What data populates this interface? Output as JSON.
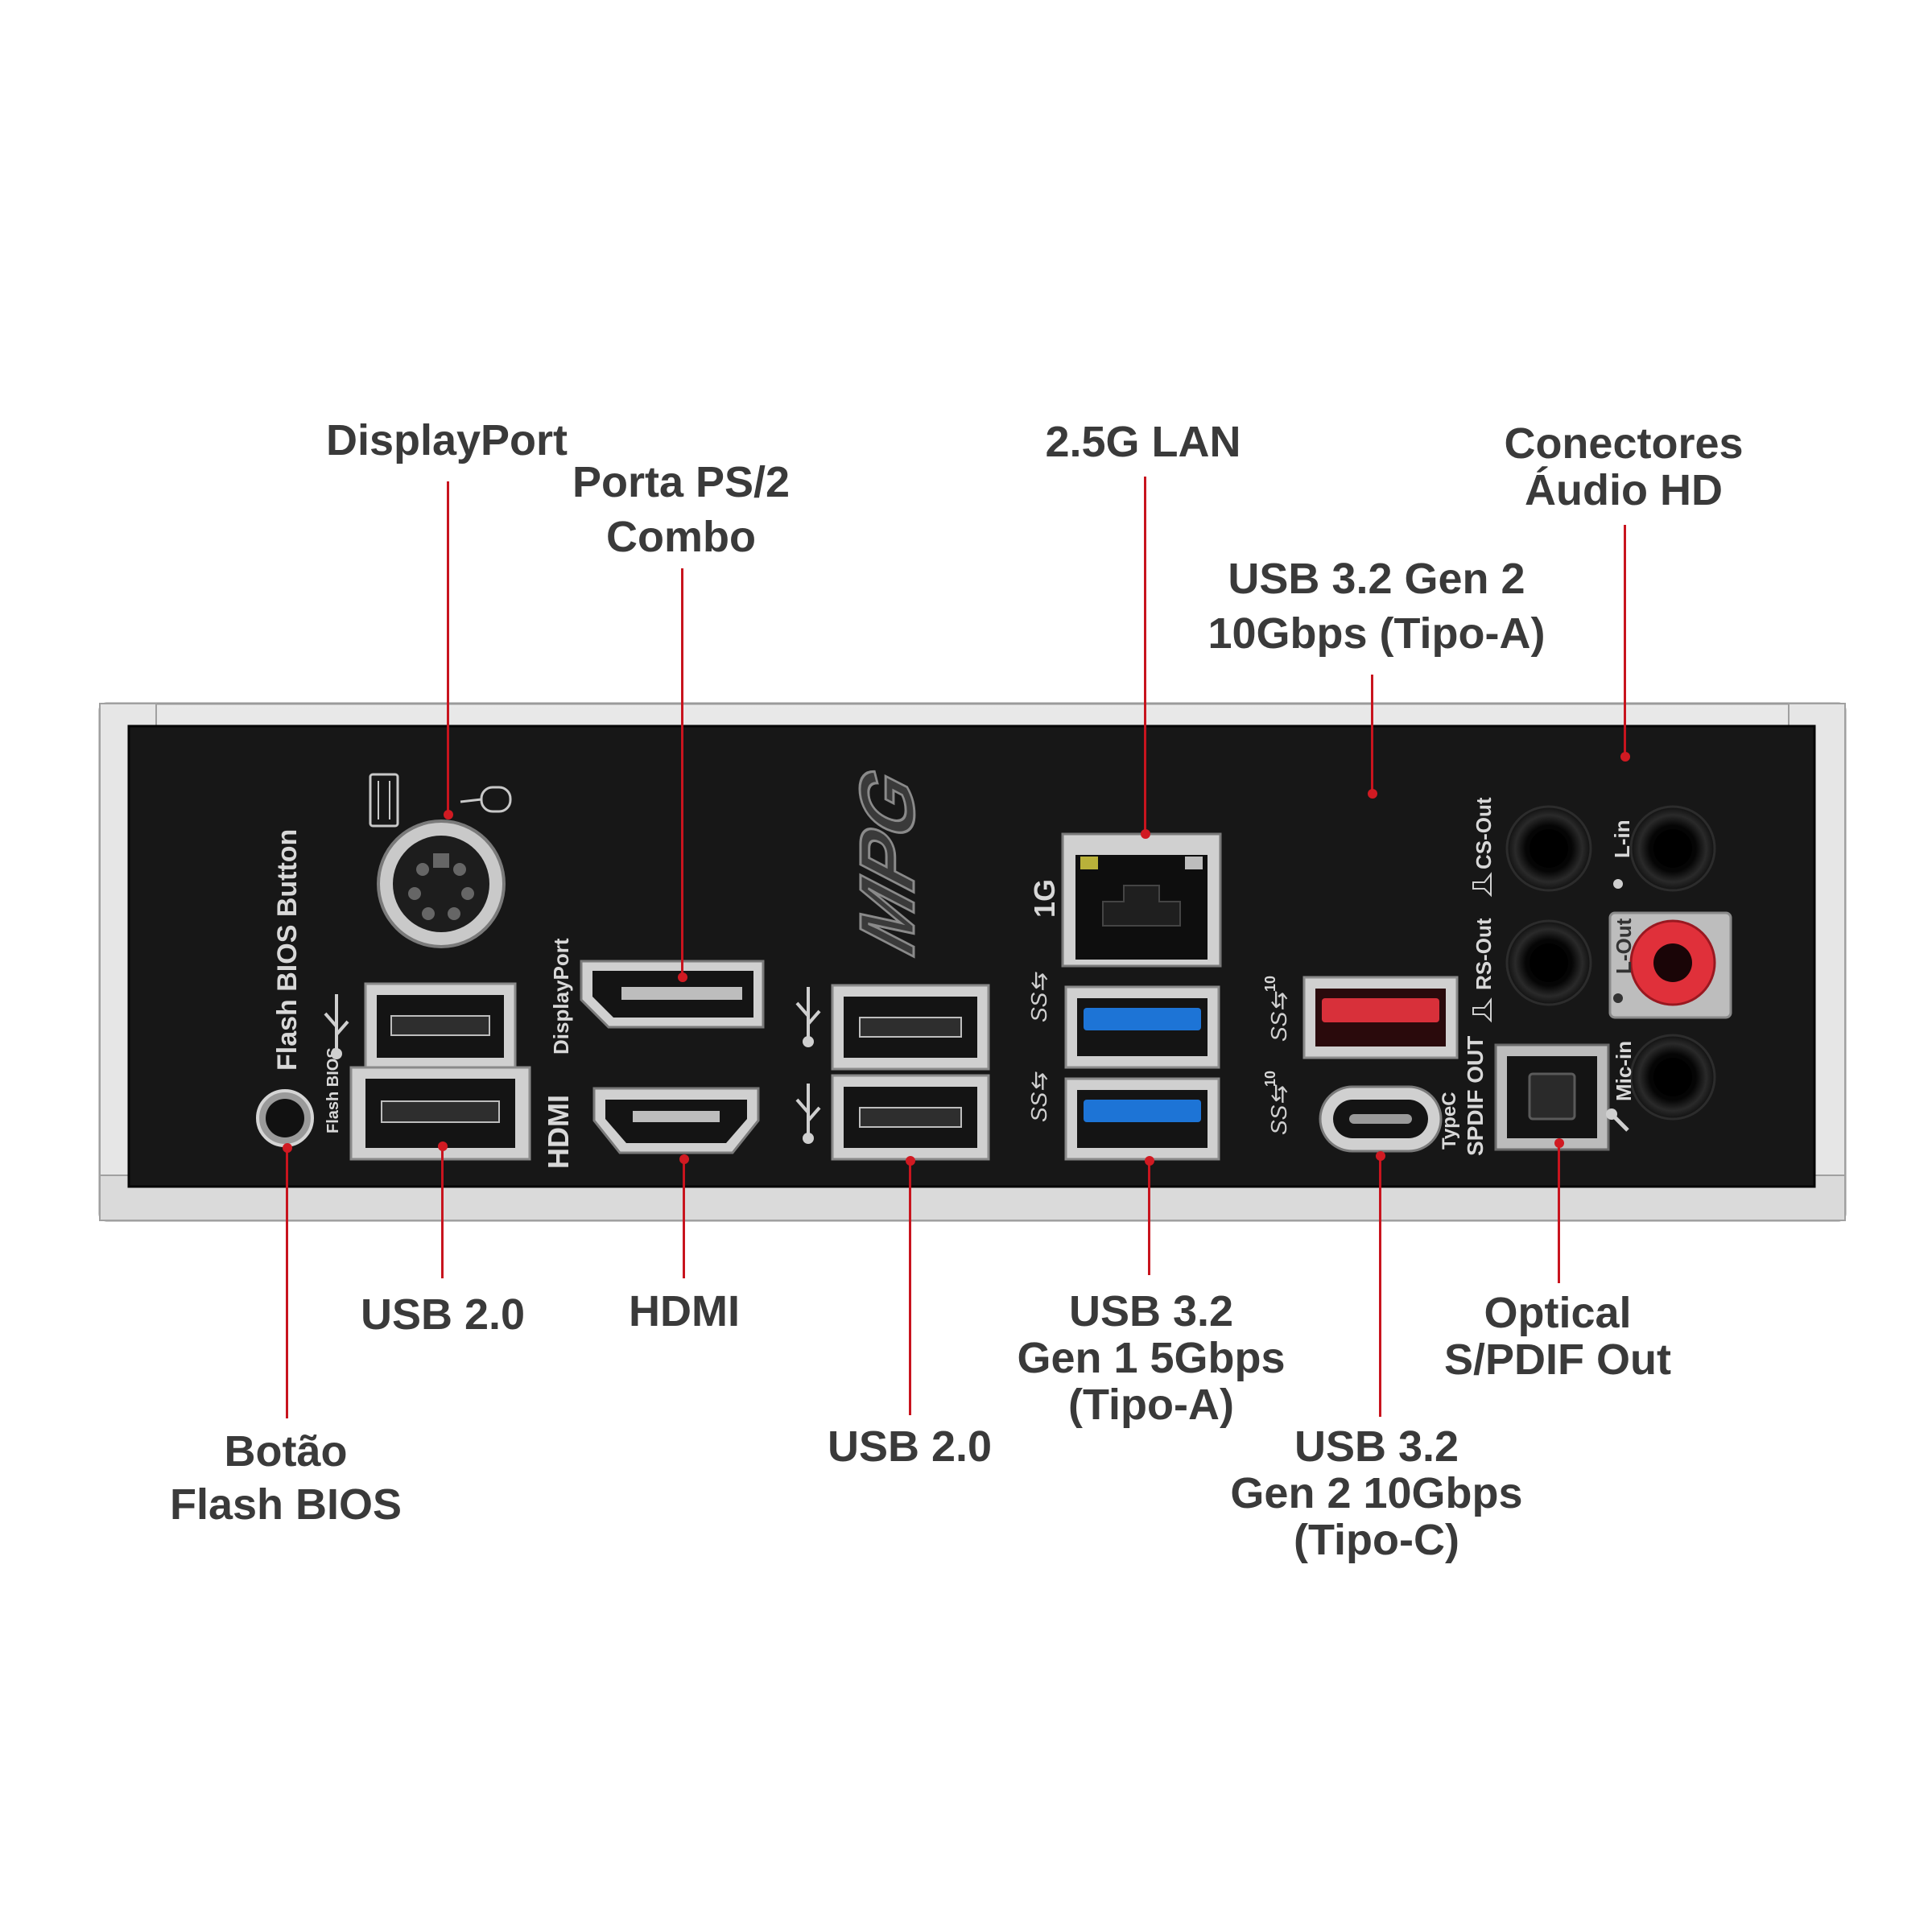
{
  "callouts": {
    "displayport": {
      "lines": [
        "DisplayPort"
      ]
    },
    "ps2": {
      "lines": [
        "Porta PS/2",
        "Combo"
      ]
    },
    "lan": {
      "lines": [
        "2.5G LAN"
      ]
    },
    "audio": {
      "lines": [
        "Conectores",
        "Áudio HD"
      ]
    },
    "usb32gen2a": {
      "lines": [
        "USB 3.2 Gen 2",
        "10Gbps (Tipo-A)"
      ]
    },
    "flashbios": {
      "lines": [
        "Botão",
        "Flash BIOS"
      ]
    },
    "usb20_left": {
      "lines": [
        "USB 2.0"
      ]
    },
    "hdmi": {
      "lines": [
        "HDMI"
      ]
    },
    "usb20_mid": {
      "lines": [
        "USB 2.0"
      ]
    },
    "usb32gen1": {
      "lines": [
        "USB 3.2",
        "Gen 1 5Gbps",
        "(Tipo-A)"
      ]
    },
    "usb32gen2c": {
      "lines": [
        "USB 3.2",
        "Gen 2 10Gbps",
        "(Tipo-C)"
      ]
    },
    "spdif": {
      "lines": [
        "Optical",
        "S/PDIF Out"
      ]
    }
  },
  "panel_labels": {
    "flash_bios_button": "Flash BIOS Button",
    "flash_bios_small": "Flash BIOS",
    "displayport": "DisplayPort",
    "hdmi_logo": "HDMI",
    "lan_speed": "1G",
    "type_c": "TypeC",
    "spdif_out": "SPDIF OUT",
    "cs_out": "CS-Out",
    "rs_out": "RS-Out",
    "l_in": "L-in",
    "l_out": "L-Out",
    "mic_in": "Mic-in",
    "ss10_a": "10",
    "ss10_c": "10"
  },
  "colors": {
    "leader": "#c8141e",
    "plate": "#161616",
    "usb_gen1": "#1d74d6",
    "usb_gen2": "#d8303a",
    "audio_out": "#e0303a"
  }
}
